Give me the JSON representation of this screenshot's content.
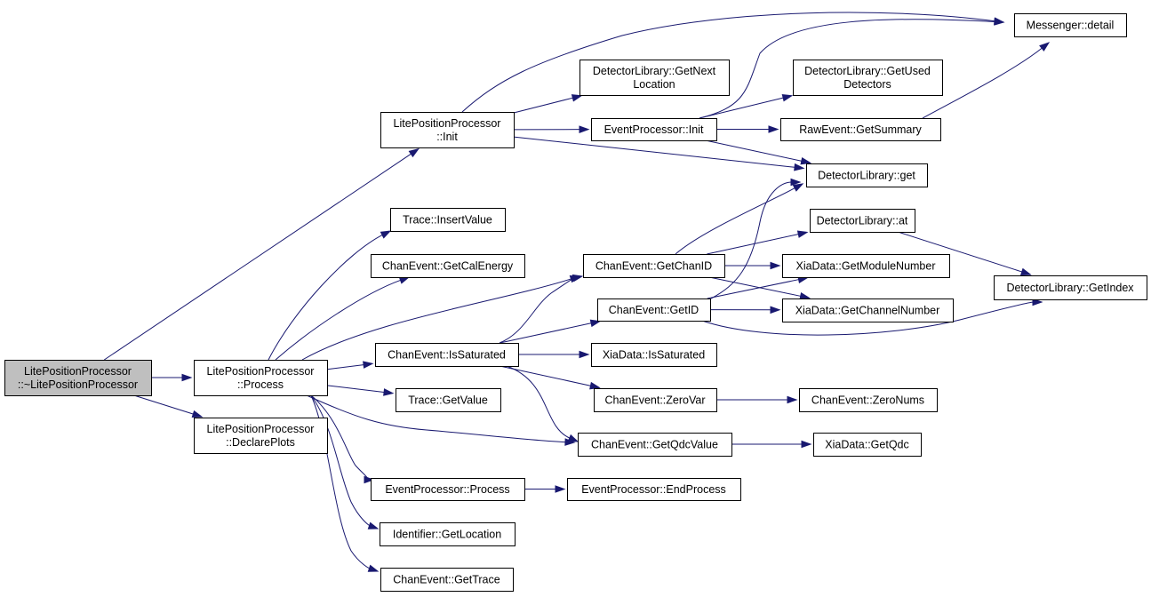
{
  "colors": {
    "edge": "#191970",
    "root_fill": "#bfbfbf",
    "node_fill": "#ffffff",
    "border": "#000000"
  },
  "nodes": [
    {
      "id": "root",
      "lines": [
        "LitePositionProcessor",
        "::~LitePositionProcessor"
      ],
      "highlighted": true
    },
    {
      "id": "lpp_init",
      "lines": [
        "LitePositionProcessor",
        "::Init"
      ]
    },
    {
      "id": "lpp_process",
      "lines": [
        "LitePositionProcessor",
        "::Process"
      ]
    },
    {
      "id": "lpp_declare",
      "lines": [
        "LitePositionProcessor",
        "::DeclarePlots"
      ]
    },
    {
      "id": "msg_detail",
      "lines": [
        "Messenger::detail"
      ]
    },
    {
      "id": "dl_getnext",
      "lines": [
        "DetectorLibrary::GetNext",
        "Location"
      ]
    },
    {
      "id": "dl_getused",
      "lines": [
        "DetectorLibrary::GetUsed",
        "Detectors"
      ]
    },
    {
      "id": "ep_init",
      "lines": [
        "EventProcessor::Init"
      ]
    },
    {
      "id": "raw_summary",
      "lines": [
        "RawEvent::GetSummary"
      ]
    },
    {
      "id": "dl_get",
      "lines": [
        "DetectorLibrary::get"
      ]
    },
    {
      "id": "dl_at",
      "lines": [
        "DetectorLibrary::at"
      ]
    },
    {
      "id": "dl_getindex",
      "lines": [
        "DetectorLibrary::GetIndex"
      ]
    },
    {
      "id": "tr_insert",
      "lines": [
        "Trace::InsertValue"
      ]
    },
    {
      "id": "ce_calenergy",
      "lines": [
        "ChanEvent::GetCalEnergy"
      ]
    },
    {
      "id": "ce_chanid",
      "lines": [
        "ChanEvent::GetChanID"
      ]
    },
    {
      "id": "ce_getid",
      "lines": [
        "ChanEvent::GetID"
      ]
    },
    {
      "id": "xia_module",
      "lines": [
        "XiaData::GetModuleNumber"
      ]
    },
    {
      "id": "xia_channel",
      "lines": [
        "XiaData::GetChannelNumber"
      ]
    },
    {
      "id": "ce_issat",
      "lines": [
        "ChanEvent::IsSaturated"
      ]
    },
    {
      "id": "xia_issat",
      "lines": [
        "XiaData::IsSaturated"
      ]
    },
    {
      "id": "tr_getvalue",
      "lines": [
        "Trace::GetValue"
      ]
    },
    {
      "id": "ce_zerovar",
      "lines": [
        "ChanEvent::ZeroVar"
      ]
    },
    {
      "id": "ce_zeronums",
      "lines": [
        "ChanEvent::ZeroNums"
      ]
    },
    {
      "id": "ce_qdc",
      "lines": [
        "ChanEvent::GetQdcValue"
      ]
    },
    {
      "id": "xia_qdc",
      "lines": [
        "XiaData::GetQdc"
      ]
    },
    {
      "id": "ep_process",
      "lines": [
        "EventProcessor::Process"
      ]
    },
    {
      "id": "ep_end",
      "lines": [
        "EventProcessor::EndProcess"
      ]
    },
    {
      "id": "id_location",
      "lines": [
        "Identifier::GetLocation"
      ]
    },
    {
      "id": "ce_trace",
      "lines": [
        "ChanEvent::GetTrace"
      ]
    }
  ],
  "edges": [
    [
      "root",
      "lpp_init"
    ],
    [
      "root",
      "lpp_process"
    ],
    [
      "root",
      "lpp_declare"
    ],
    [
      "lpp_init",
      "msg_detail"
    ],
    [
      "lpp_init",
      "dl_getnext"
    ],
    [
      "lpp_init",
      "ep_init"
    ],
    [
      "lpp_init",
      "dl_get"
    ],
    [
      "ep_init",
      "msg_detail"
    ],
    [
      "ep_init",
      "dl_getused"
    ],
    [
      "ep_init",
      "raw_summary"
    ],
    [
      "ep_init",
      "dl_get"
    ],
    [
      "raw_summary",
      "msg_detail"
    ],
    [
      "lpp_process",
      "tr_insert"
    ],
    [
      "lpp_process",
      "ce_calenergy"
    ],
    [
      "lpp_process",
      "ce_chanid"
    ],
    [
      "lpp_process",
      "ce_issat"
    ],
    [
      "lpp_process",
      "tr_getvalue"
    ],
    [
      "lpp_process",
      "ce_qdc"
    ],
    [
      "lpp_process",
      "ep_process"
    ],
    [
      "lpp_process",
      "id_location"
    ],
    [
      "lpp_process",
      "ce_trace"
    ],
    [
      "ce_chanid",
      "dl_get"
    ],
    [
      "ce_chanid",
      "dl_at"
    ],
    [
      "ce_chanid",
      "xia_module"
    ],
    [
      "ce_chanid",
      "xia_channel"
    ],
    [
      "ce_getid",
      "dl_get"
    ],
    [
      "ce_getid",
      "xia_module"
    ],
    [
      "ce_getid",
      "xia_channel"
    ],
    [
      "ce_getid",
      "dl_getindex"
    ],
    [
      "dl_at",
      "dl_getindex"
    ],
    [
      "ce_issat",
      "ce_chanid"
    ],
    [
      "ce_issat",
      "ce_getid"
    ],
    [
      "ce_issat",
      "xia_issat"
    ],
    [
      "ce_issat",
      "ce_zerovar"
    ],
    [
      "ce_issat",
      "ce_qdc"
    ],
    [
      "ce_zerovar",
      "ce_zeronums"
    ],
    [
      "ce_qdc",
      "xia_qdc"
    ],
    [
      "ep_process",
      "ep_end"
    ]
  ]
}
